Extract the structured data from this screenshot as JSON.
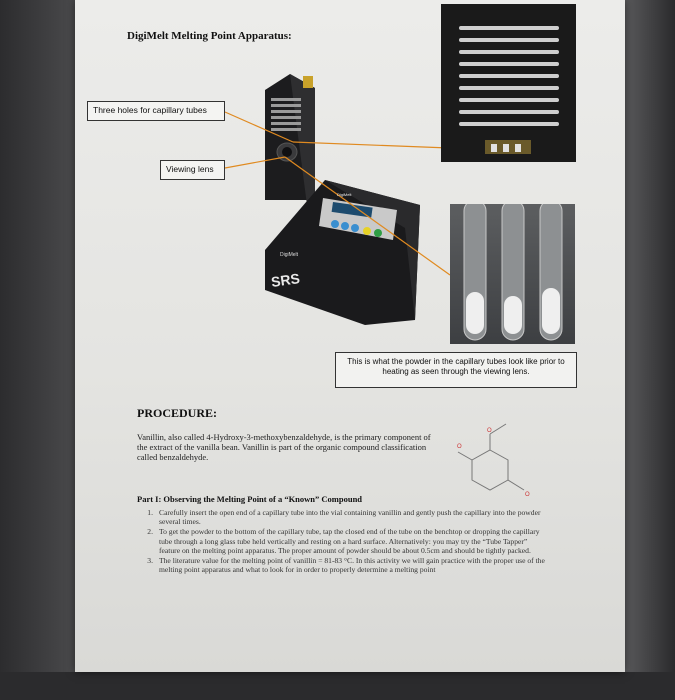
{
  "document": {
    "title": "DigiMelt Melting Point Apparatus:",
    "callouts": {
      "holes": "Three holes for capillary tubes",
      "lens": "Viewing lens",
      "caption": "This is what the powder in the capillary tubes look like prior to heating as seen through the viewing lens."
    },
    "device": {
      "brand_small": "DigiMelt",
      "brand_logo": "SRS",
      "panel_label": "DigiMelt"
    },
    "procedure_heading": "PROCEDURE:",
    "intro": "Vanillin, also called 4-Hydroxy-3-methoxybenzaldehyde, is the primary component of the extract of the vanilla bean. Vanillin is part of the organic compound classification called benzaldehyde.",
    "molecule_label": "O",
    "part1_heading": "Part I: Observing the Melting Point of a “Known” Compound",
    "steps": [
      {
        "num": "1.",
        "text": "Carefully insert the open end of a capillary tube into the vial containing vanillin and gently push the capillary into the powder several times."
      },
      {
        "num": "2.",
        "text": "To get the powder to the bottom of the capillary tube, tap the closed end of the tube on the benchtop or dropping the capillary tube through a long glass tube held vertically and resting on a hard surface. Alternatively: you may try the “Tube Tapper” feature on the melting point apparatus. The proper amount of powder should be about 0.5cm and should be tightly packed."
      },
      {
        "num": "3.",
        "text": "The literature value for the melting point of vanillin = 81-83 °C. In this activity we will gain practice with the proper use of the melting point apparatus and what to look for in order to properly determine a melting point"
      }
    ]
  }
}
